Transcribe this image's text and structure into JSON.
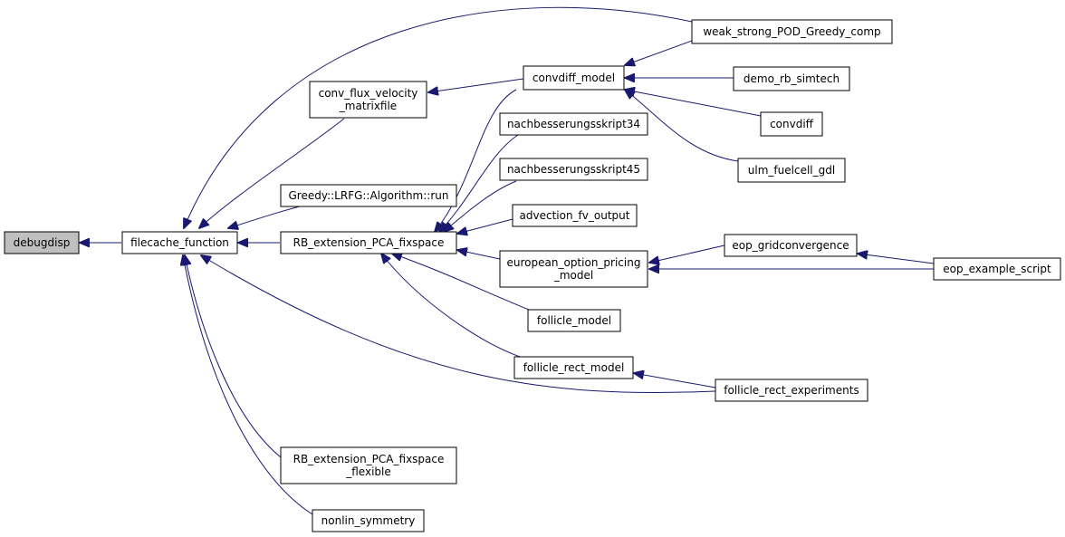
{
  "diagram": {
    "type": "call-graph",
    "edge_color": "#191970",
    "root_fill": "#bfbfbf",
    "nodes": {
      "debugdisp": [
        "debugdisp"
      ],
      "filecache_function": [
        "filecache_function"
      ],
      "conv_flux_velocity_matrixfile": [
        "conv_flux_velocity",
        "_matrixfile"
      ],
      "greedy_lrfg_algorithm_run": [
        "Greedy::LRFG::Algorithm::run"
      ],
      "rb_extension_pca_fixspace": [
        "RB_extension_PCA_fixspace"
      ],
      "rb_extension_pca_fixspace_flexible": [
        "RB_extension_PCA_fixspace",
        "_flexible"
      ],
      "nonlin_symmetry": [
        "nonlin_symmetry"
      ],
      "convdiff_model": [
        "convdiff_model"
      ],
      "nachbesserungsskript34": [
        "nachbesserungsskript34"
      ],
      "nachbesserungsskript45": [
        "nachbesserungsskript45"
      ],
      "advection_fv_output": [
        "advection_fv_output"
      ],
      "european_option_pricing_model": [
        "european_option_pricing",
        "_model"
      ],
      "follicle_model": [
        "follicle_model"
      ],
      "follicle_rect_model": [
        "follicle_rect_model"
      ],
      "weak_strong_pod_greedy_comp": [
        "weak_strong_POD_Greedy_comp"
      ],
      "demo_rb_simtech": [
        "demo_rb_simtech"
      ],
      "convdiff": [
        "convdiff"
      ],
      "ulm_fuelcell_gdl": [
        "ulm_fuelcell_gdl"
      ],
      "eop_gridconvergence": [
        "eop_gridconvergence"
      ],
      "eop_example_script": [
        "eop_example_script"
      ],
      "follicle_rect_experiments": [
        "follicle_rect_experiments"
      ]
    },
    "edges": [
      {
        "from": "filecache_function",
        "to": "debugdisp"
      },
      {
        "from": "conv_flux_velocity_matrixfile",
        "to": "filecache_function"
      },
      {
        "from": "greedy_lrfg_algorithm_run",
        "to": "filecache_function"
      },
      {
        "from": "rb_extension_pca_fixspace",
        "to": "filecache_function"
      },
      {
        "from": "rb_extension_pca_fixspace_flexible",
        "to": "filecache_function"
      },
      {
        "from": "nonlin_symmetry",
        "to": "filecache_function"
      },
      {
        "from": "weak_strong_pod_greedy_comp",
        "to": "filecache_function"
      },
      {
        "from": "follicle_rect_experiments",
        "to": "filecache_function"
      },
      {
        "from": "convdiff_model",
        "to": "conv_flux_velocity_matrixfile"
      },
      {
        "from": "convdiff_model",
        "to": "rb_extension_pca_fixspace"
      },
      {
        "from": "nachbesserungsskript34",
        "to": "rb_extension_pca_fixspace"
      },
      {
        "from": "nachbesserungsskript45",
        "to": "rb_extension_pca_fixspace"
      },
      {
        "from": "advection_fv_output",
        "to": "rb_extension_pca_fixspace"
      },
      {
        "from": "european_option_pricing_model",
        "to": "rb_extension_pca_fixspace"
      },
      {
        "from": "follicle_model",
        "to": "rb_extension_pca_fixspace"
      },
      {
        "from": "follicle_rect_model",
        "to": "rb_extension_pca_fixspace"
      },
      {
        "from": "weak_strong_pod_greedy_comp",
        "to": "convdiff_model"
      },
      {
        "from": "demo_rb_simtech",
        "to": "convdiff_model"
      },
      {
        "from": "convdiff",
        "to": "convdiff_model"
      },
      {
        "from": "ulm_fuelcell_gdl",
        "to": "convdiff_model"
      },
      {
        "from": "eop_gridconvergence",
        "to": "european_option_pricing_model"
      },
      {
        "from": "eop_example_script",
        "to": "european_option_pricing_model"
      },
      {
        "from": "eop_example_script",
        "to": "eop_gridconvergence"
      },
      {
        "from": "follicle_rect_experiments",
        "to": "follicle_rect_model"
      }
    ]
  }
}
